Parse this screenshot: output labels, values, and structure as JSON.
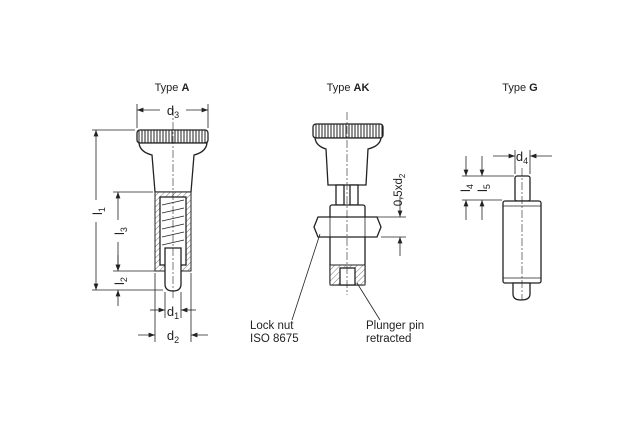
{
  "types": {
    "a": {
      "prefix": "Type ",
      "letter": "A"
    },
    "ak": {
      "prefix": "Type ",
      "letter": "AK"
    },
    "g": {
      "prefix": "Type ",
      "letter": "G"
    }
  },
  "dimensions": {
    "d3": {
      "base": "d",
      "sub": "3"
    },
    "d1": {
      "base": "d",
      "sub": "1"
    },
    "d2": {
      "base": "d",
      "sub": "2"
    },
    "d4": {
      "base": "d",
      "sub": "4"
    },
    "l1": {
      "base": "l",
      "sub": "1"
    },
    "l2": {
      "base": "l",
      "sub": "2"
    },
    "l3": {
      "base": "l",
      "sub": "3"
    },
    "l4": {
      "base": "l",
      "sub": "4"
    },
    "l5": {
      "base": "l",
      "sub": "5"
    },
    "nut_offset": {
      "base": "0,5xd",
      "sub": "2"
    }
  },
  "callouts": {
    "lock_nut": [
      "Lock nut",
      "ISO 8675"
    ],
    "plunger_pin": [
      "Plunger pin",
      "retracted"
    ]
  }
}
